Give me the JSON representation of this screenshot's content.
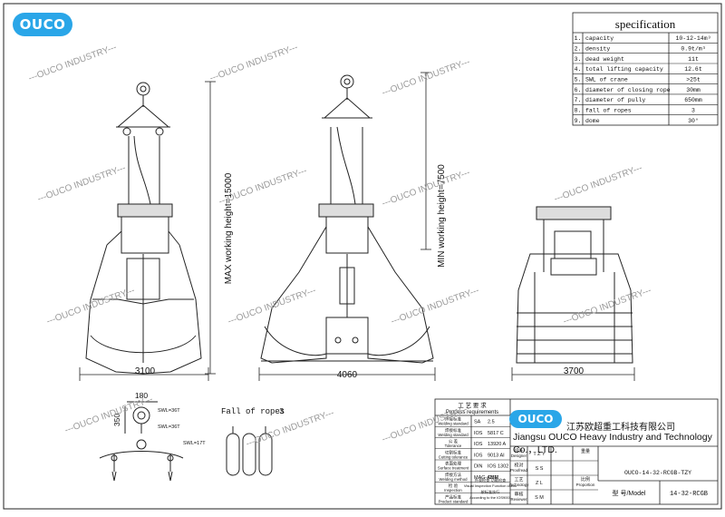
{
  "logo": {
    "text": "OUCO"
  },
  "watermark": "---OUCO INDUSTRY---",
  "spec": {
    "title": "specification",
    "rows": [
      {
        "no": "1.",
        "name": "capacity",
        "value": "10-12-14m³"
      },
      {
        "no": "2.",
        "name": "density",
        "value": "0.9t/m³"
      },
      {
        "no": "3.",
        "name": "dead weight",
        "value": "11t"
      },
      {
        "no": "4.",
        "name": "total lifting capacity",
        "value": "12.6t"
      },
      {
        "no": "5.",
        "name": "SWL of crane",
        "value": ">25t"
      },
      {
        "no": "6.",
        "name": "diameter of closing rope",
        "value": "30mm"
      },
      {
        "no": "7.",
        "name": "diameter of pully",
        "value": "650mm"
      },
      {
        "no": "8.",
        "name": "fall of ropes",
        "value": "3"
      },
      {
        "no": "9.",
        "name": "dome",
        "value": "30°"
      }
    ]
  },
  "dimensions": {
    "max_height": "MAX working height=15000",
    "min_height": "MIN working height=7500",
    "width_front": "3100",
    "width_open": "4060",
    "width_side": "3700",
    "detail_w": "180",
    "detail_h": "350",
    "swl1": "SWL=36T",
    "swl2": "SWL=36T",
    "swl3": "SWL=17T"
  },
  "fall": {
    "label": "Fall of ropes",
    "value": "3"
  },
  "titleblock": {
    "header_cn": "工 艺 要 求",
    "header_en": "Process requirements",
    "rows": [
      {
        "cn": "焊接标准",
        "en": "Welding standard",
        "code": "SA",
        "val": "2.5"
      },
      {
        "cn": "焊接标准",
        "en": "Welding standard",
        "code": "IOS",
        "val": "5817  C"
      },
      {
        "cn": "公 差",
        "en": "Tolerance",
        "code": "IOS",
        "val": "13920  A"
      },
      {
        "cn": "切割标准",
        "en": "Cutting tolerance",
        "code": "IOS",
        "val": "9013  AI"
      },
      {
        "cn": "表面处理",
        "en": "Surface treatment",
        "code": "DIN",
        "val": "IOS  1302"
      },
      {
        "cn": "焊接方法",
        "en": "Welding method",
        "code": "MAG-AME",
        "val": "CSM"
      },
      {
        "cn": "检 验",
        "en": "Inspection",
        "code": "",
        "val": ""
      },
      {
        "cn": "产品标准",
        "en": "Product standard",
        "code": "",
        "val": ""
      }
    ],
    "company_cn": "江苏欧超重工科技有限公司",
    "company_en": "Jiangsu OUCO Heavy Industry and Technology Co.，LTD.",
    "roles": [
      {
        "cn": "设计",
        "en": "Designer",
        "name": "T Z Y"
      },
      {
        "cn": "校对",
        "en": "Proofread",
        "name": "S S"
      },
      {
        "cn": "工艺",
        "en": "Technology",
        "name": "Z L"
      },
      {
        "cn": "审核",
        "en": "Reviewer",
        "name": "S M"
      }
    ],
    "weight_label": "重量",
    "proportion_label": "比例",
    "proportion_en": "Proportion",
    "drawing_no": "OUCO-14-32-RCGB-TZY",
    "model_label": "型 号/Model",
    "model": "14-32-RCGB",
    "check_cn": "外观检查  功能检查",
    "check_en": "Visual Inspection  Function check",
    "std_cn": "按标准执行",
    "std_en": "According to the IOS9001"
  }
}
